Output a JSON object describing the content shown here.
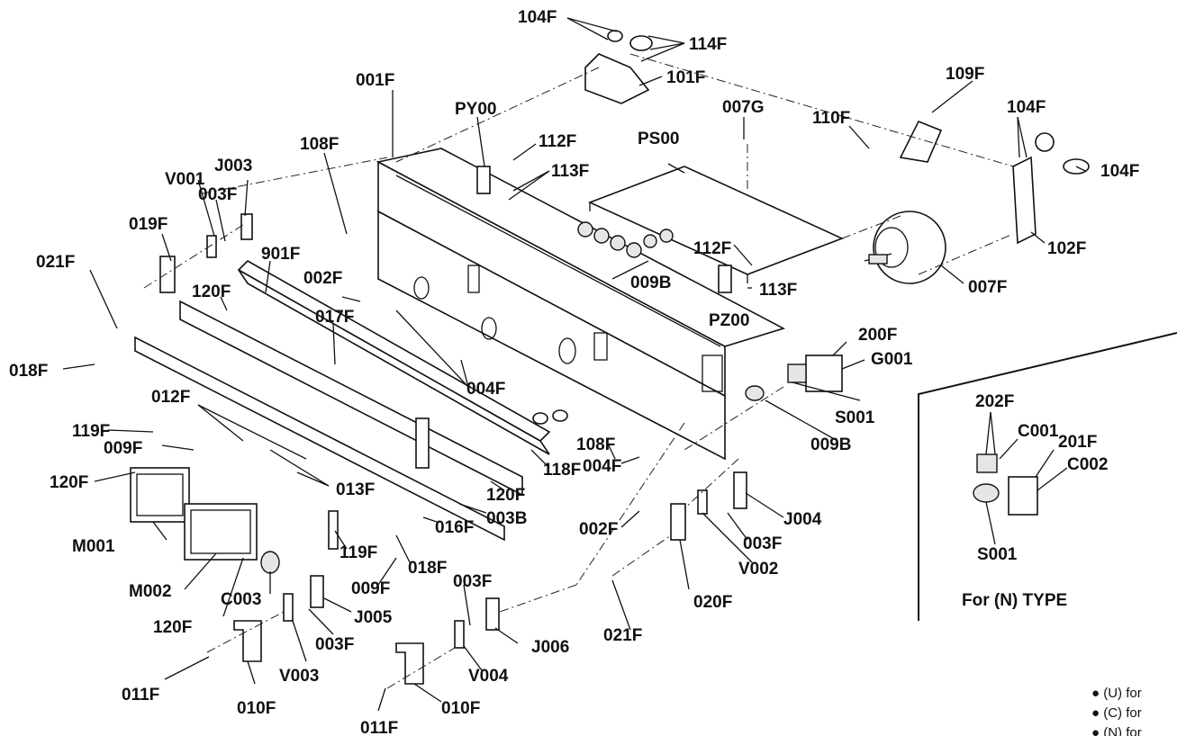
{
  "labels": {
    "l104F_top": "104F",
    "l114F": "114F",
    "l101F": "101F",
    "l001F": "001F",
    "lPY00": "PY00",
    "l112F_top": "112F",
    "l113F_top": "113F",
    "l007G": "007G",
    "lPS00": "PS00",
    "l110F": "110F",
    "l109F": "109F",
    "l104F_right": "104F",
    "l104F_far": "104F",
    "l102F": "102F",
    "l108F_top": "108F",
    "lJ003": "J003",
    "lV001": "V001",
    "l003F_left": "003F",
    "l019F": "019F",
    "l021F_left": "021F",
    "l901F": "901F",
    "l002F_top": "002F",
    "l120F_top": "120F",
    "l017F": "017F",
    "l018F_left": "018F",
    "l009B_top": "009B",
    "l112F_mid": "112F",
    "l113F_mid": "113F",
    "lPZ00": "PZ00",
    "l007F": "007F",
    "l200F": "200F",
    "lG001": "G001",
    "l004F_mid": "004F",
    "lS001_main": "S001",
    "l009B_bot": "009B",
    "l012F": "012F",
    "l119F_top": "119F",
    "l009F_top": "009F",
    "l120F_left": "120F",
    "l013F": "013F",
    "l108F_bot": "108F",
    "l004F_bot": "004F",
    "l118F": "118F",
    "l120F_mid": "120F",
    "l003B": "003B",
    "l016F": "016F",
    "l002F_bot": "002F",
    "lJ004": "J004",
    "l003F_right": "003F",
    "lM001": "M001",
    "l119F_bot": "119F",
    "l018F_bot": "018F",
    "lV002": "V002",
    "lM002": "M002",
    "lC003": "C003",
    "l009F_bot": "009F",
    "l003F_mid": "003F",
    "l120F_bot": "120F",
    "lJ005": "J005",
    "l003F_low": "003F",
    "l020F": "020F",
    "l021F_bot": "021F",
    "lJ006": "J006",
    "lV003": "V003",
    "lV004": "V004",
    "l011F_left": "011F",
    "l010F_left": "010F",
    "l010F_right": "010F",
    "l011F_bot": "011F"
  },
  "inset": {
    "title": "For (N) TYPE",
    "l202F": "202F",
    "lC001": "C001",
    "l201F": "201F",
    "lC002": "C002",
    "lS001": "S001"
  },
  "legend": {
    "u": "● (U) for",
    "c": "● (C) for",
    "n": "● (N) for"
  }
}
